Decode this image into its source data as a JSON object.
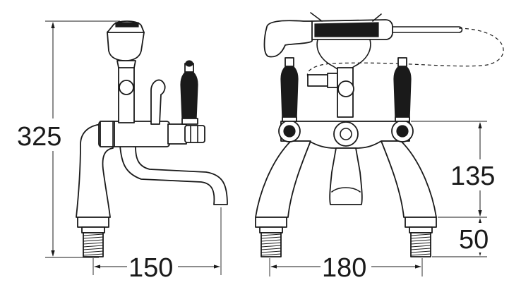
{
  "dimensions": {
    "overall_height": "325",
    "projection": "150",
    "height_to_centre": "135",
    "tail_length": "50",
    "centres": "180"
  }
}
